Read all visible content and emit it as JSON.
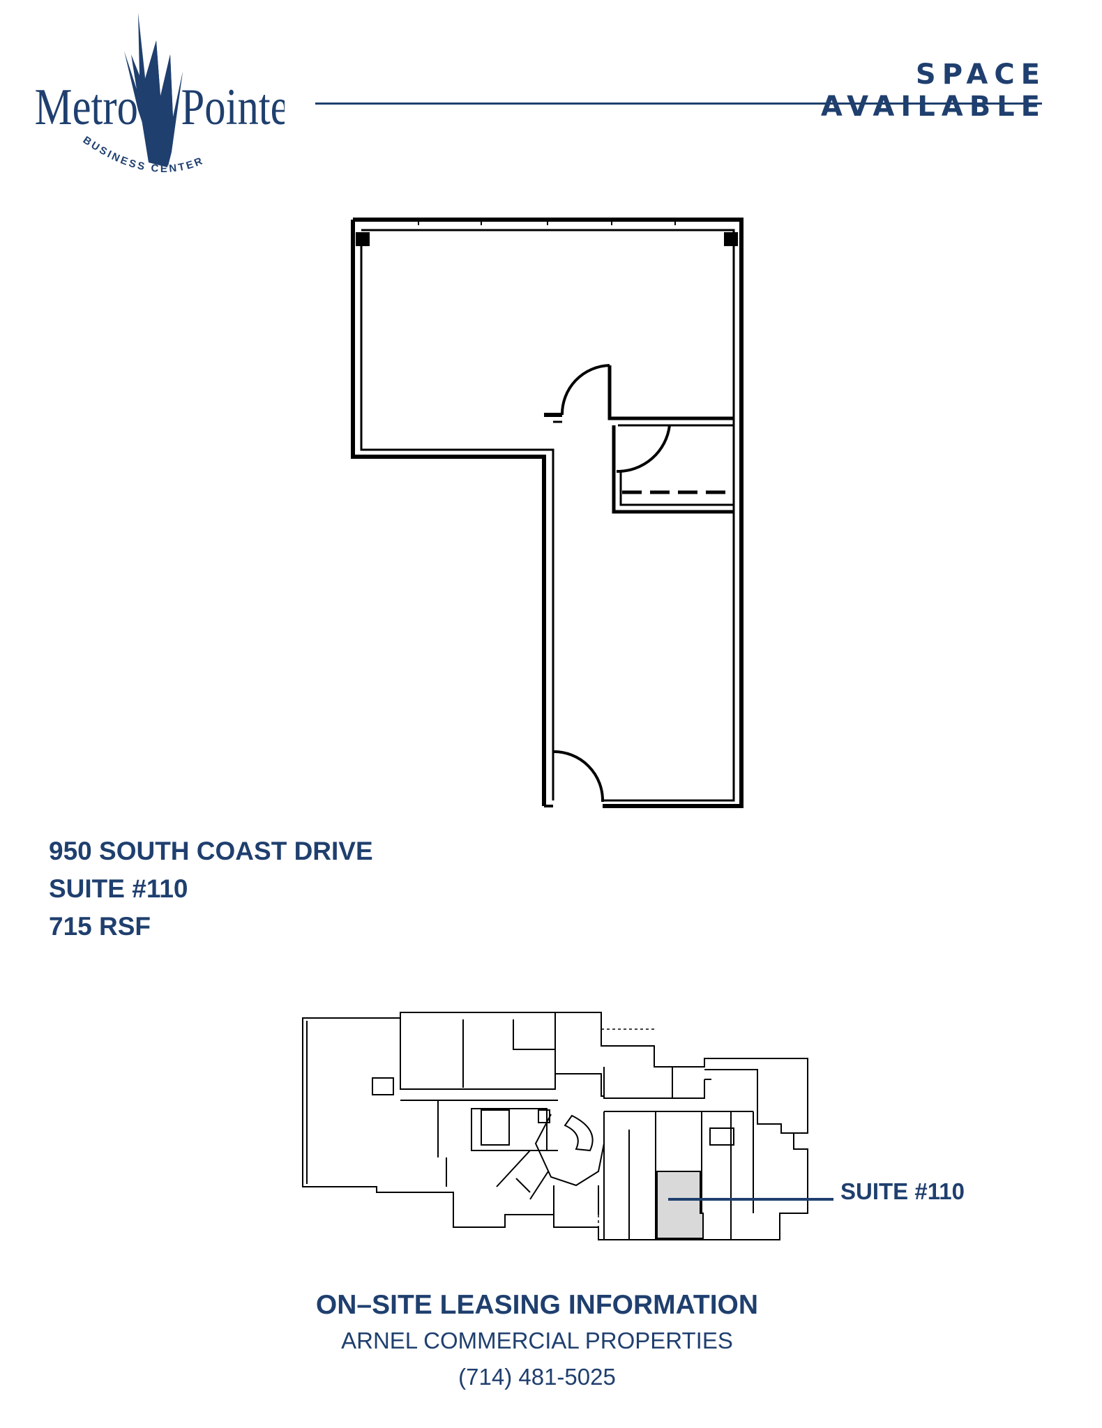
{
  "logo": {
    "word_left": "Metro",
    "word_right": "Pointe",
    "tagline": "BUSINESS CENTER"
  },
  "header": {
    "title": "SPACE AVAILABLE"
  },
  "property": {
    "address": "950 SOUTH COAST DRIVE",
    "suite": "SUITE #110",
    "area": "715 RSF"
  },
  "site_plan": {
    "callout_label": "SUITE #110",
    "highlight_color": "#d9d9d9"
  },
  "leasing": {
    "title": "ON–SITE LEASING INFORMATION",
    "company": "ARNEL COMMERCIAL PROPERTIES",
    "phone": "(714) 481-5025"
  },
  "colors": {
    "brand": "#1f3f6e",
    "line": "#000000"
  }
}
